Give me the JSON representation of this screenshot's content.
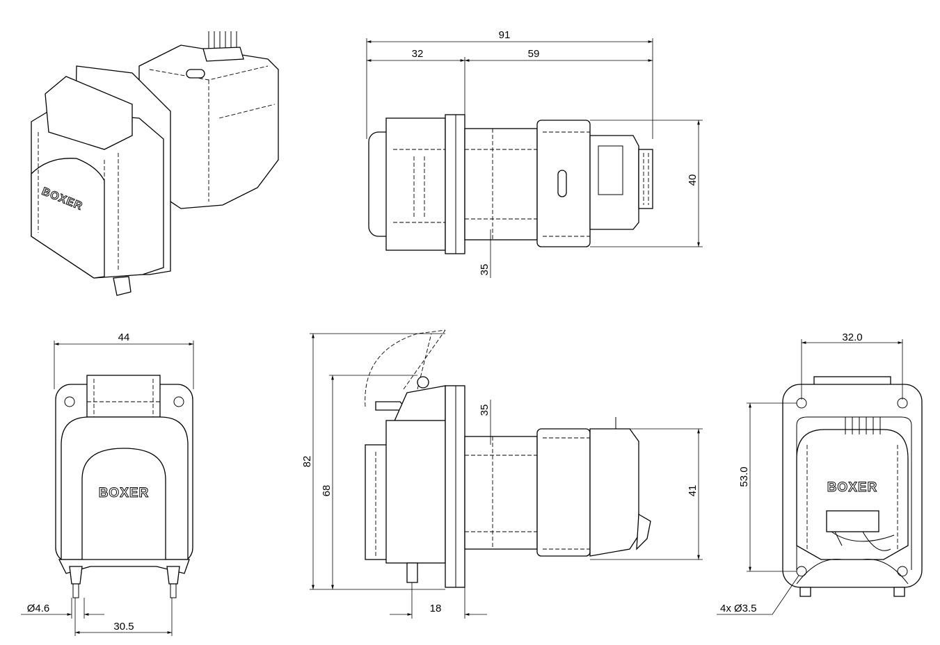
{
  "brand": "BOXER",
  "views": {
    "side_top": {
      "overall_length": "91",
      "head_length": "32",
      "motor_length": "59",
      "height": "40",
      "flange_offset": "35"
    },
    "front": {
      "width": "44",
      "nozzle_diameter": "Ø4.6",
      "nozzle_spacing": "30.5"
    },
    "side_bottom": {
      "total_height": "82",
      "body_height": "68",
      "flange_offset": "35",
      "motor_height": "41",
      "nozzle_offset": "18"
    },
    "back": {
      "hole_spacing_x": "32.0",
      "hole_spacing_y": "53.0",
      "holes": "4x Ø3.5"
    }
  }
}
